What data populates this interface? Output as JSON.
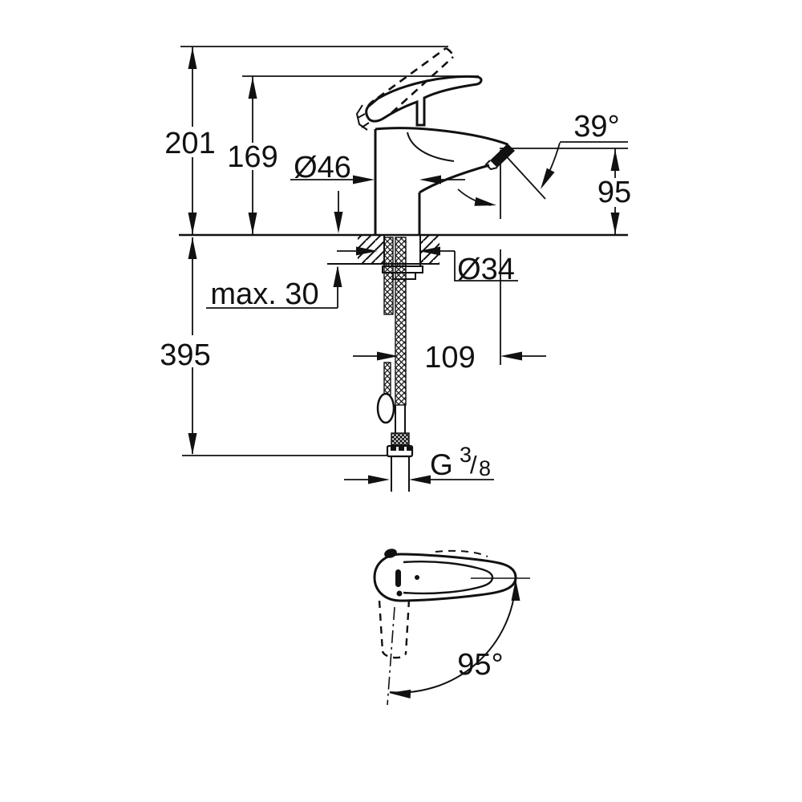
{
  "drawing": {
    "kind": "technical-dimension-drawing",
    "subject": "single-lever basin mixer, side view with mounting section and top view of lever",
    "colors": {
      "line": "#111111",
      "background": "#ffffff",
      "fill": "#ffffff"
    },
    "labels": {
      "overall_height": "201",
      "lever_height": "169",
      "body_diameter": "Ø46",
      "spout_angle": "39°",
      "outlet_height": "95",
      "deck_thickness": "max. 30",
      "hole_diameter": "Ø34",
      "below_deck_depth": "395",
      "outlet_reach": "109",
      "thread_prefix": "G",
      "thread_numerator": "3",
      "thread_slash": "/",
      "thread_denominator": "8",
      "handle_swing_angle": "95°"
    }
  }
}
